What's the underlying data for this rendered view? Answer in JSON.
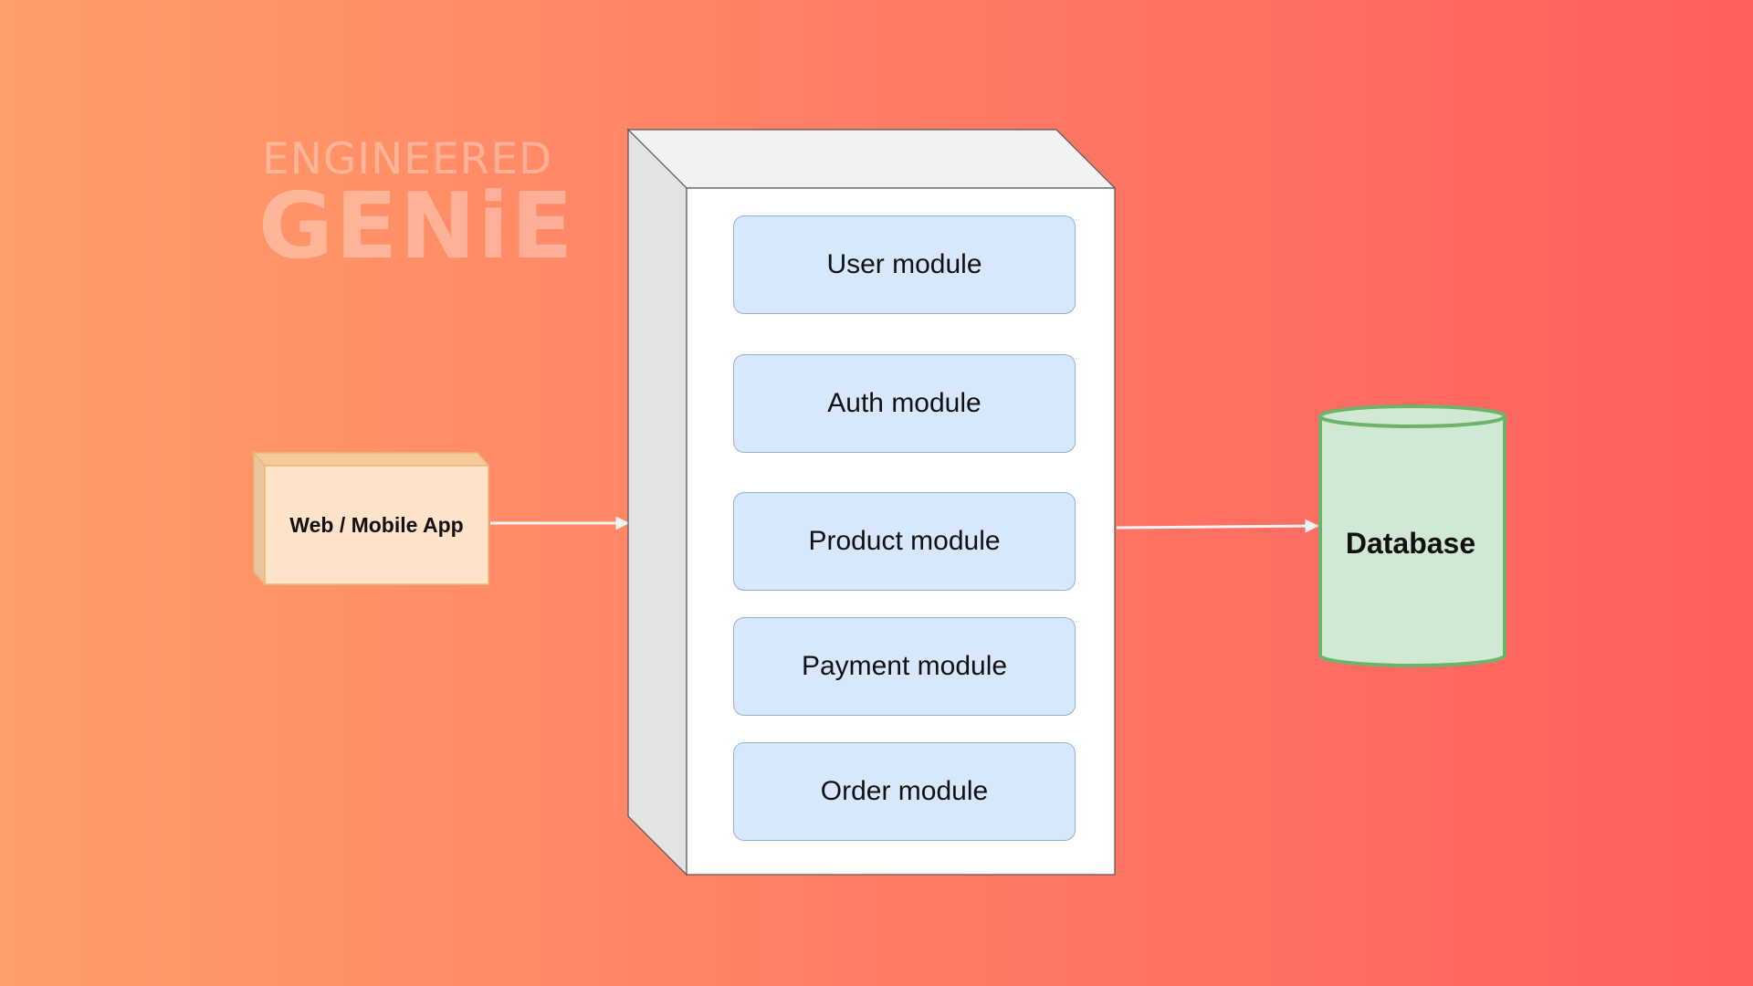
{
  "watermark": {
    "line1": "ENGINEERED",
    "line2": "GENiE"
  },
  "client": {
    "label": "Web / Mobile App"
  },
  "server": {
    "modules": [
      {
        "label": "User module"
      },
      {
        "label": "Auth module"
      },
      {
        "label": "Product module"
      },
      {
        "label": "Payment module"
      },
      {
        "label": "Order module"
      }
    ]
  },
  "database": {
    "label": "Database"
  },
  "colors": {
    "client_fill": "#FFE3C8",
    "client_stroke": "#E7B978",
    "module_fill": "#D7E8FC",
    "module_stroke": "#8FB2D8",
    "database_fill": "#D1E9D2",
    "database_stroke": "#6DB46A",
    "server_front": "#FFFFFF",
    "server_top": "#F2F2F2",
    "server_side": "#E3E3E3",
    "arrow": "#F2F2F2"
  }
}
